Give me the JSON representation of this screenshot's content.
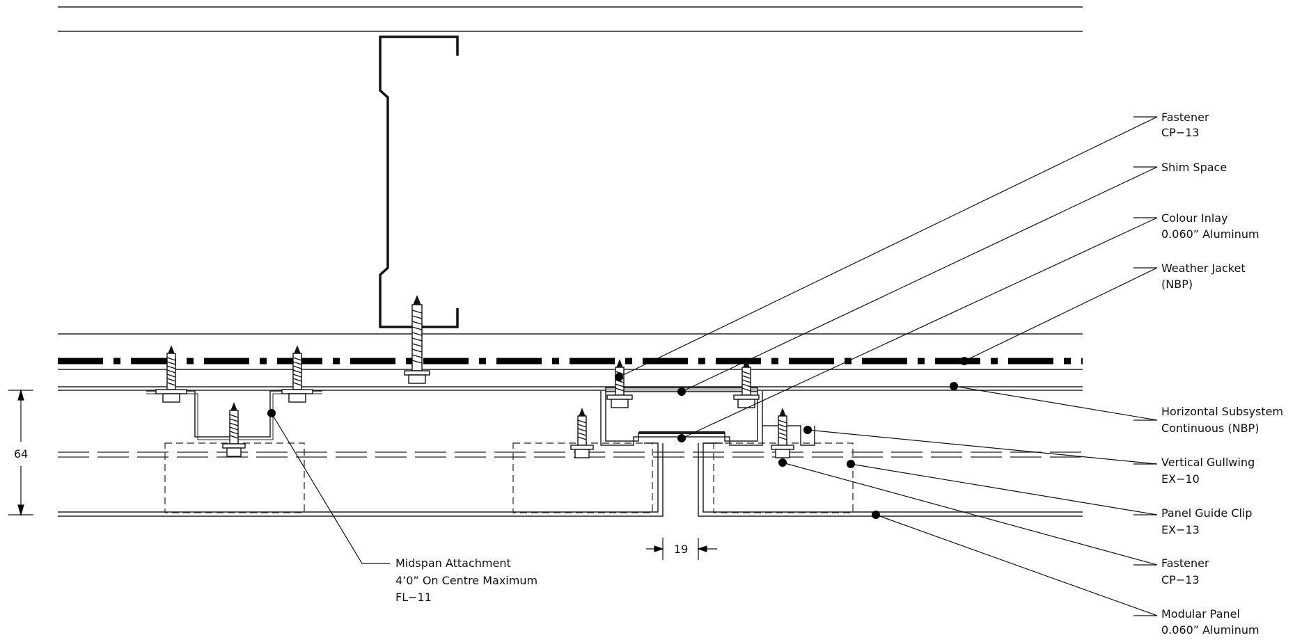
{
  "callouts_right": [
    {
      "lines": [
        "Fastener",
        "CP−13"
      ]
    },
    {
      "lines": [
        "Shim Space"
      ]
    },
    {
      "lines": [
        "Colour Inlay",
        "0.060” Aluminum"
      ]
    },
    {
      "lines": [
        "Weather Jacket",
        "(NBP)"
      ]
    },
    {
      "lines": [
        "Horizontal Subsystem",
        "Continuous (NBP)"
      ]
    },
    {
      "lines": [
        "Vertical Gullwing",
        "EX−10"
      ]
    },
    {
      "lines": [
        "Panel Guide Clip",
        "EX−13"
      ]
    },
    {
      "lines": [
        "Fastener",
        "CP−13"
      ]
    },
    {
      "lines": [
        "Modular Panel",
        "0.060” Aluminum"
      ]
    }
  ],
  "callout_left": {
    "lines": [
      "Midspan Attachment",
      "4’0” On Centre Maximum",
      "FL−11"
    ]
  },
  "dimensions": {
    "vertical": "64",
    "gap": "19"
  }
}
